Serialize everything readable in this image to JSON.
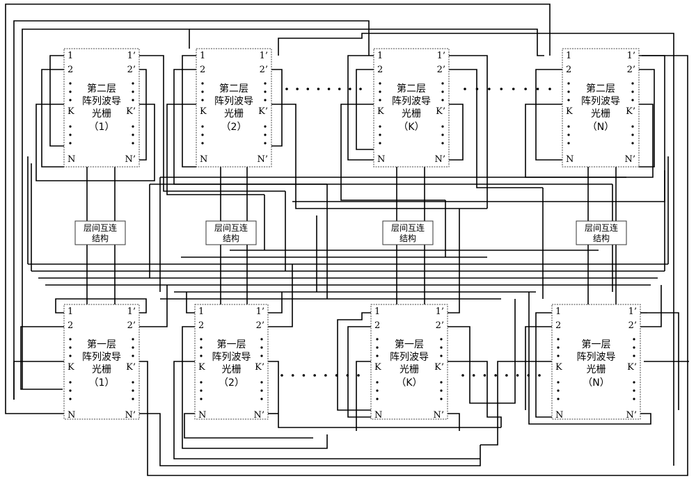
{
  "upper_grating": {
    "title_lines": [
      "第二层",
      "阵列波导",
      "光栅"
    ],
    "indices": [
      "（1）",
      "（2）",
      "（K）",
      "（N）"
    ],
    "left_ports": [
      "1",
      "2",
      "K",
      "N"
    ],
    "right_ports": [
      "1’",
      "2’",
      "K’",
      "N’"
    ]
  },
  "lower_grating": {
    "title_lines": [
      "第一层",
      "阵列波导",
      "光栅"
    ],
    "indices": [
      "（1）",
      "（2）",
      "（K）",
      "（N）"
    ],
    "left_ports": [
      "1",
      "2",
      "K",
      "N"
    ],
    "right_ports": [
      "1’",
      "2’",
      "K’",
      "N’"
    ]
  },
  "interlayer": {
    "label_lines": [
      "层间互连",
      "结构"
    ]
  }
}
